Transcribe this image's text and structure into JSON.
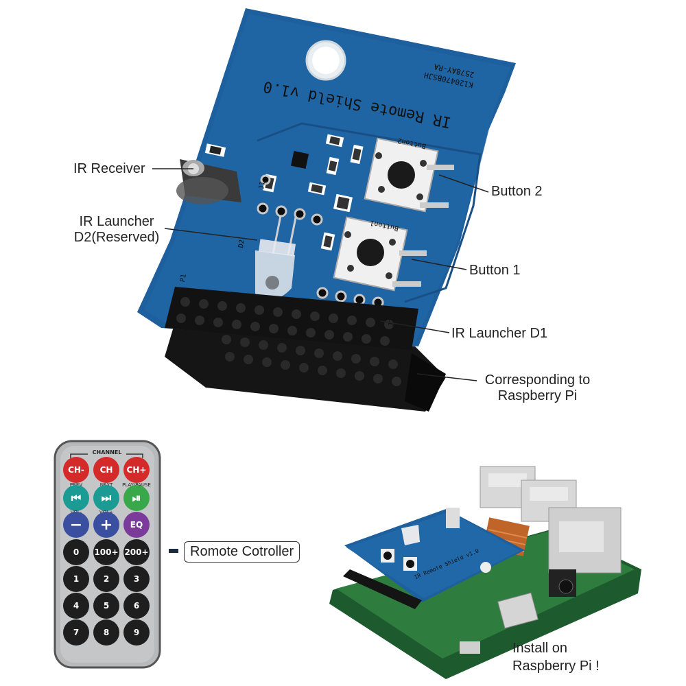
{
  "board": {
    "silk_title": "IR Remote Shield v1.0",
    "silk_code1": "2578AY-RA",
    "silk_code2": "K120470BSJH",
    "silk_button1": "Button1",
    "silk_button2": "Button2",
    "silk_p1": "P1",
    "silk_j2": "J2",
    "silk_d2": "D2",
    "silk_j1": "J1"
  },
  "callouts": {
    "ir_receiver": "IR Receiver",
    "ir_launcher_d2_line1": "IR Launcher",
    "ir_launcher_d2_line2": "D2(Reserved)",
    "button2": "Button 2",
    "button1": "Button 1",
    "ir_launcher_d1": "IR Launcher D1",
    "corresponding_line1": "Corresponding to",
    "corresponding_line2": "Raspberry Pi"
  },
  "remote": {
    "channel": "CHANNEL",
    "label": "Romote Cotroller",
    "row1": [
      "CH-",
      "CH",
      "CH+"
    ],
    "row1_sub": [
      "PREV",
      "NEXT",
      "PLAY/PAUSE"
    ],
    "row2": [
      "⏮",
      "⏭",
      "⏯"
    ],
    "row2_sub": [
      "VOL-",
      "VOL+",
      ""
    ],
    "row3": [
      "−",
      "+",
      "EQ"
    ],
    "row4": [
      "0",
      "100+",
      "200+"
    ],
    "row5": [
      "1",
      "2",
      "3"
    ],
    "row6": [
      "4",
      "5",
      "6"
    ],
    "row7": [
      "7",
      "8",
      "9"
    ]
  },
  "install": {
    "line1": "Install on",
    "line2": "Raspberry Pi !",
    "mini_title": "IR Remote Shield v1.0"
  },
  "colors": {
    "pcb_blue": "#1e5f9e",
    "remote_red": "#d42a2a",
    "remote_teal": "#1b9b94",
    "remote_green": "#38a84a",
    "remote_blue": "#3b4fa0",
    "remote_purple": "#7b3b9b",
    "remote_black": "#1e1e1e"
  }
}
